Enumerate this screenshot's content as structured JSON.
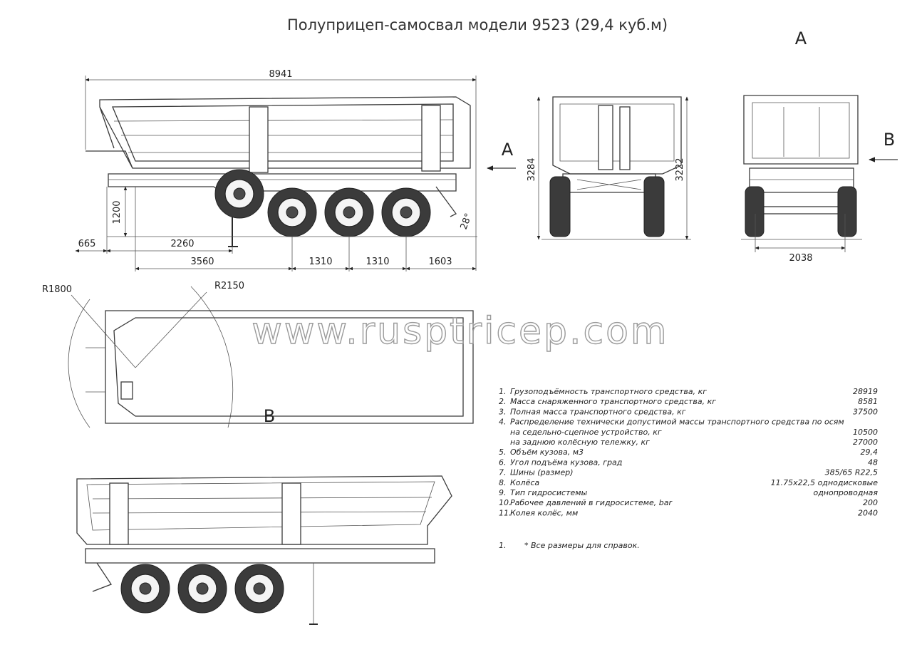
{
  "title": "Полуприцеп-самосвал модели 9523 (29,4 куб.м)",
  "view_labels": {
    "a": "A",
    "b": "B"
  },
  "watermark": "www.rusptricep.com",
  "side_view_dims": {
    "overall_length": "8941",
    "height_a": "1200",
    "front_overhang": "665",
    "kingpin_to_support": "2260",
    "kingpin_to_axle": "3560",
    "axle_spacing_1": "1310",
    "axle_spacing_2": "1310",
    "rear_overhang": "1603",
    "angle": "28°"
  },
  "front_view_dims": {
    "left_height": "3284",
    "right_height": "3222"
  },
  "rear_view_dims": {
    "track": "2038"
  },
  "top_view_dims": {
    "radius_1": "R1800",
    "radius_2": "R2150"
  },
  "specs": [
    {
      "num": "1.",
      "label": "Грузоподъёмность транспортного средства, кг",
      "value": "28919"
    },
    {
      "num": "2.",
      "label": "Масса снаряженного транспортного средства, кг",
      "value": "8581"
    },
    {
      "num": "3.",
      "label": "Полная масса транспортного средства, кг",
      "value": "37500"
    },
    {
      "num": "4.",
      "label": "Распределение технически допустимой массы транспортного средства по осям",
      "value": ""
    },
    {
      "num": "",
      "label": "на седельно-сцепное устройство, кг",
      "value": "10500"
    },
    {
      "num": "",
      "label": "на заднюю колёсную тележку, кг",
      "value": "27000"
    },
    {
      "num": "5.",
      "label": "Объём кузова, м3",
      "value": "29,4"
    },
    {
      "num": "6.",
      "label": "Угол подъёма кузова, град",
      "value": "48"
    },
    {
      "num": "7.",
      "label": "Шины (размер)",
      "value": "385/65 R22,5"
    },
    {
      "num": "8.",
      "label": "Колёса",
      "value": "11.75x22,5 однодисковые"
    },
    {
      "num": "9.",
      "label": "Тип гидросистемы",
      "value": "однопроводная"
    },
    {
      "num": "10.",
      "label": "Рабочее давлений в гидросистеме, bar",
      "value": "200"
    },
    {
      "num": "11.",
      "label": "Колея колёс, мм",
      "value": "2040"
    }
  ],
  "footnote": {
    "num": "1.",
    "text": "* Все размеры для справок."
  }
}
